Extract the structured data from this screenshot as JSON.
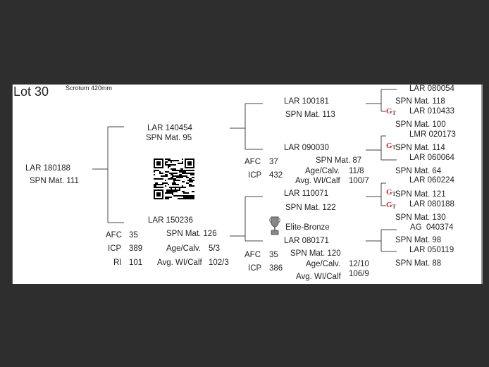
{
  "lot": "Lot 30",
  "scrotum": "Scrotum 420mm",
  "animal": {
    "id": "LAR 180188",
    "spn": "SPN Mat. 111"
  },
  "sire": {
    "id": "LAR 140454",
    "spn": "SPN Mat. 95"
  },
  "dam": {
    "id": "LAR 150236",
    "spn": "SPN Mat. 126",
    "afc_label": "AFC",
    "afc": "35",
    "icp_label": "ICP",
    "icp": "389",
    "ri_label": "RI",
    "ri": "101",
    "agecalv_label": "Age/Calv.",
    "agecalv": "5/3",
    "avgwi_label": "Avg. WI/Calf",
    "avgwi": "102/3"
  },
  "ss": {
    "id": "LAR 100181",
    "spn": "SPN Mat. 113"
  },
  "sd": {
    "id": "LAR 090030",
    "spn": "SPN Mat. 87",
    "afc_label": "AFC",
    "afc": "37",
    "icp_label": "ICP",
    "icp": "432",
    "agecalv_label": "Age/Calv.",
    "agecalv": "11/8",
    "avgwi_label": "Avg. WI/Calf",
    "avgwi": "100/7"
  },
  "ds": {
    "id": "LAR 110071",
    "spn": "SPN Mat. 122",
    "award": "Elite-Bronze"
  },
  "dd": {
    "id": "LAR 080171",
    "spn": "SPN Mat. 120",
    "afc_label": "AFC",
    "afc": "35",
    "icp_label": "ICP",
    "icp": "386",
    "agecalv_label": "Age/Calv.",
    "agecalv": "12/10",
    "avgwi_label": "Avg. WI/Calf",
    "avgwi": "106/9"
  },
  "gen3": [
    {
      "id": "LAR 080054",
      "spn": "SPN Mat. 118"
    },
    {
      "id": "LAR 010433",
      "spn": "SPN Mat. 100"
    },
    {
      "id": "LMR 020173",
      "spn": "SPN Mat. 114"
    },
    {
      "id": "LAR 060064",
      "spn": "SPN Mat. 64"
    },
    {
      "id": "LAR 060224",
      "spn": "SPN Mat. 121"
    },
    {
      "id": "LAR 080188",
      "spn": "SPN Mat. 130"
    },
    {
      "id": "AG  040374",
      "spn": "SPN Mat. 98"
    },
    {
      "id": "LAR 050119",
      "spn": "SPN Mat. 88"
    }
  ],
  "badge_text": "G",
  "badge_sub": "T",
  "colors": {
    "background": "#2e2e2e",
    "sheet": "#ffffff",
    "badge": "#c0282d"
  }
}
